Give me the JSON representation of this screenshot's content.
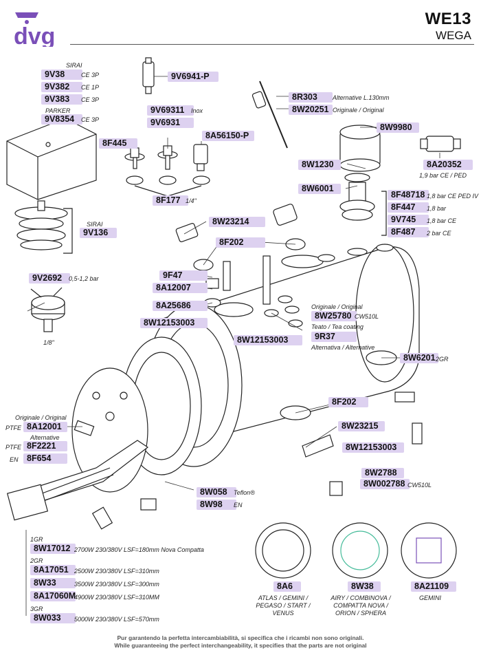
{
  "brand": {
    "logo_text": "dvg",
    "accent": "#7a4fb8",
    "highlight": "#ddd1f0"
  },
  "header": {
    "model": "WE13",
    "manufacturer": "WEGA"
  },
  "parts": {
    "p9V38": "9V38",
    "p9V382": "9V382",
    "p9V383": "9V383",
    "p9V8354": "9V8354",
    "p9V136": "9V136",
    "p9V2692": "9V2692",
    "p9V6941P": "9V6941-P",
    "p9V69311": "9V69311",
    "p9V6931": "9V6931",
    "p8F445": "8F445",
    "p8A56150P": "8A56150-P",
    "p8F177": "8F177",
    "p8R303": "8R303",
    "p8W20251": "8W20251",
    "p8W9980": "8W9980",
    "p8W1230": "8W1230",
    "p8W6001": "8W6001",
    "p8A20352": "8A20352",
    "p8F48718": "8F48718",
    "p8F447": "8F447",
    "p9V745": "9V745",
    "p8F487": "8F487",
    "p8W23214": "8W23214",
    "p8F202a": "8F202",
    "p9F47": "9F47",
    "p8A12007": "8A12007",
    "p8A25686": "8A25686",
    "p8W12153003a": "8W12153003",
    "p8W12153003b": "8W12153003",
    "p8W25780": "8W25780",
    "p9R37": "9R37",
    "p8W6201": "8W6201",
    "p8F202b": "8F202",
    "p8W23215": "8W23215",
    "p8W12153003c": "8W12153003",
    "p8W2788": "8W2788",
    "p8W002788": "8W002788",
    "p8A12001": "8A12001",
    "p8F2221": "8F2221",
    "p8F654": "8F654",
    "p8W058": "8W058",
    "p8W98": "8W98",
    "p8W17012": "8W17012",
    "p8A17051": "8A17051",
    "p8W33": "8W33",
    "p8A17060M": "8A17060M",
    "p8W033": "8W033",
    "p8A6": "8A6",
    "p8W38": "8W38",
    "p8A21109": "8A21109"
  },
  "notes": {
    "sirai1": "SIRAI",
    "ce3p": "CE 3P",
    "ce1p": "CE 1P",
    "ce3p2": "CE 3P",
    "parker": "PARKER",
    "ce3p3": "CE 3P",
    "sirai2": "SIRAI",
    "bar0512": "0,5-1,2 bar",
    "eighth": "1/8\"",
    "inox": "Inox",
    "quarter": "1/4\"",
    "alt130": "Alternative L.130mm",
    "origOrig1": "Originale / Original",
    "bar19": "1,9 bar CE / PED",
    "bar18pedIV": "1,8 bar CE PED IV",
    "bar18": "1,8 bar",
    "bar18ce": "1,8 bar CE",
    "bar2ce": "2 bar CE",
    "origOrig2": "Originale / Original",
    "cw510l1": "CW510L",
    "teato": "Teato / Tea coating",
    "altAlt": "Alternativa / Alternative",
    "gr2a": "2GR",
    "cw510l2": "CW510L",
    "origOrig3": "Originale / Original",
    "ptfe1": "PTFE",
    "alternative": "Alternative",
    "ptfe2": "PTFE",
    "en1": "EN",
    "teflon": "Teflon®",
    "en2": "EN",
    "gr1": "1GR",
    "r17012": "2700W 230/380V LSF=180mm Nova Compatta",
    "gr2b": "2GR",
    "r17051": "2500W 230/380V LSF=310mm",
    "r33": "3500W 230/380V LSF=300mm",
    "r17060": "4900W 230/380V LSF=310MM",
    "gr3": "3GR",
    "r033": "5000W 230/380V LSF=570mm"
  },
  "gauges": {
    "g1": "ATLAS / GEMINI /\nPEGASO / START /\nVENUS",
    "g2": "AIRY / COMBINOVA /\nCOMPATTA NOVA /\nORION / SPHERA",
    "g3": "GEMINI"
  },
  "footer": {
    "line1": "Pur garantendo la perfetta intercambiabilità, si specifica che i ricambi non sono originali.",
    "line2": "While guaranteeing the perfect interchangeability, it specifies that the parts are not original"
  }
}
